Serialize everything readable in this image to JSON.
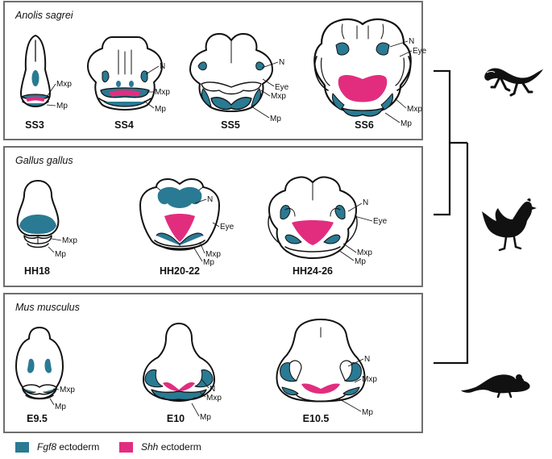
{
  "colors": {
    "fgf8": "#2a7a93",
    "shh": "#e22d7f",
    "outline": "#111111",
    "panel_border": "#6e6e6e"
  },
  "panels": [
    {
      "species": "Anolis sagrei",
      "stages": [
        "SS3",
        "SS4",
        "SS5",
        "SS6"
      ],
      "animal_icon": "lizard-icon"
    },
    {
      "species": "Gallus gallus",
      "stages": [
        "HH18",
        "HH20-22",
        "HH24-26"
      ],
      "animal_icon": "chicken-icon"
    },
    {
      "species": "Mus musculus",
      "stages": [
        "E9.5",
        "E10",
        "E10.5"
      ],
      "animal_icon": "mouse-icon"
    }
  ],
  "structure_labels": {
    "n": "N",
    "eye": "Eye",
    "mxp": "Mxp",
    "mp": "Mp"
  },
  "legend": {
    "fgf8_gene": "Fgf8",
    "fgf8_text": " ectoderm",
    "shh_gene": "Shh",
    "shh_text": " ectoderm"
  }
}
